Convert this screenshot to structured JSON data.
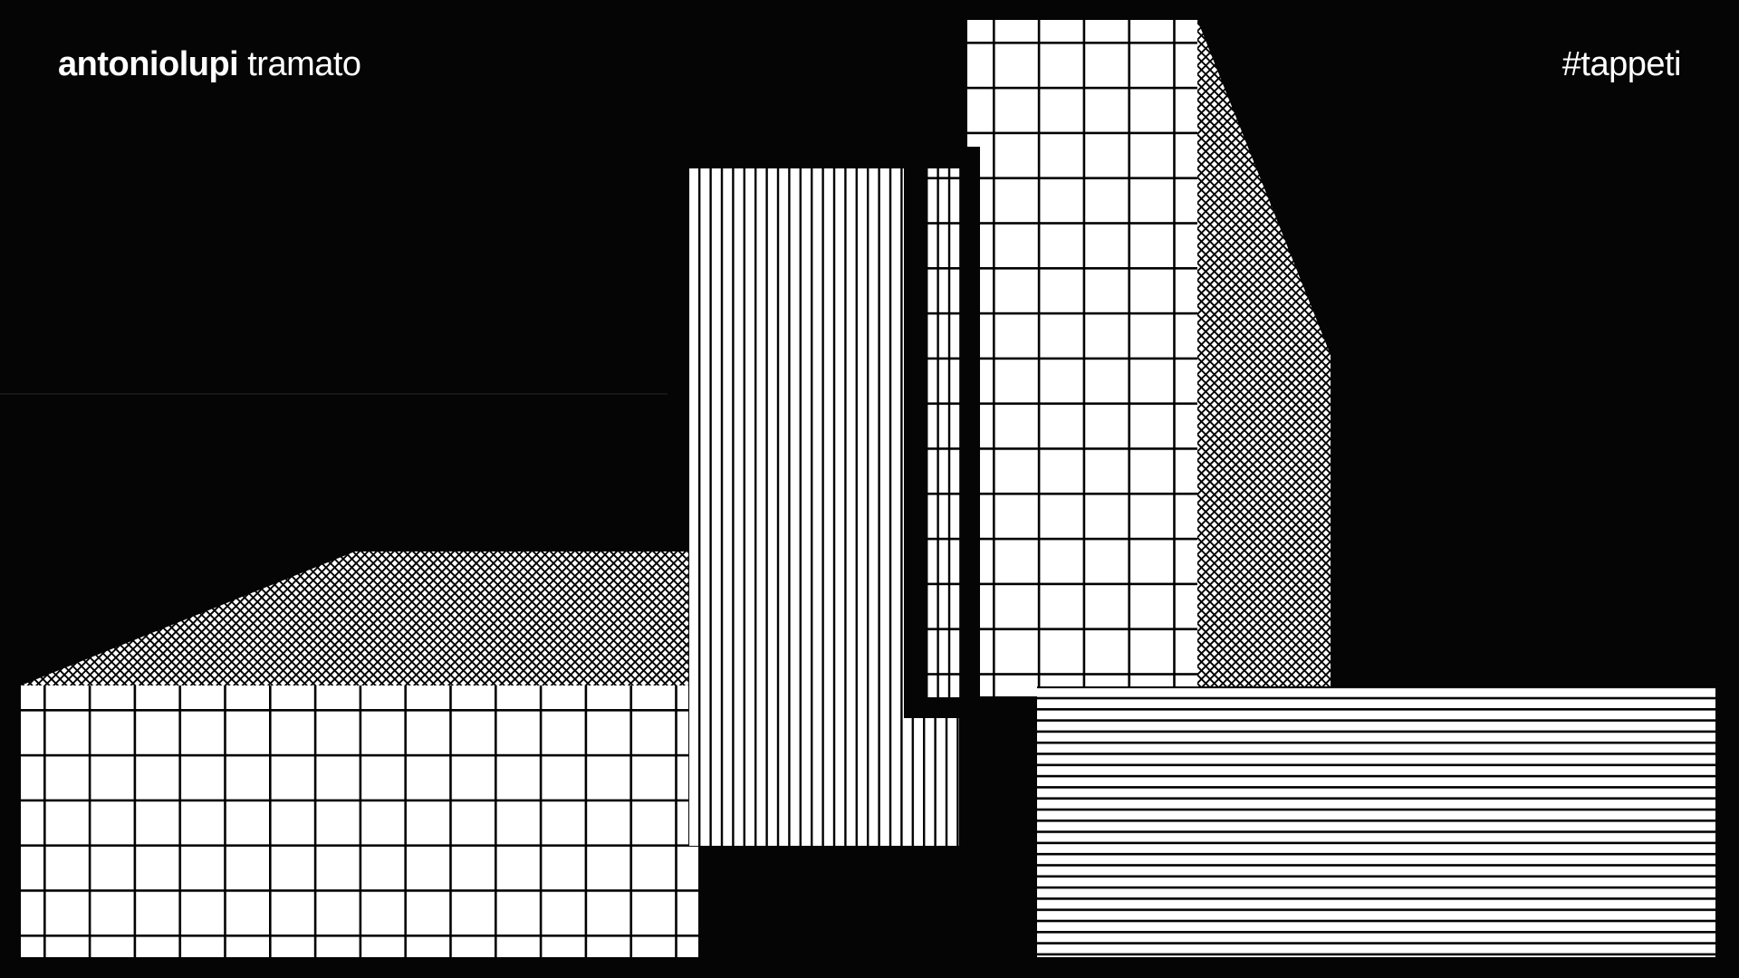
{
  "header": {
    "brand": "antoniolupi",
    "product": "tramato",
    "hashtag": "#tappeti"
  },
  "colors": {
    "background": "#050505",
    "foreground": "#ffffff",
    "line": "#000000"
  }
}
